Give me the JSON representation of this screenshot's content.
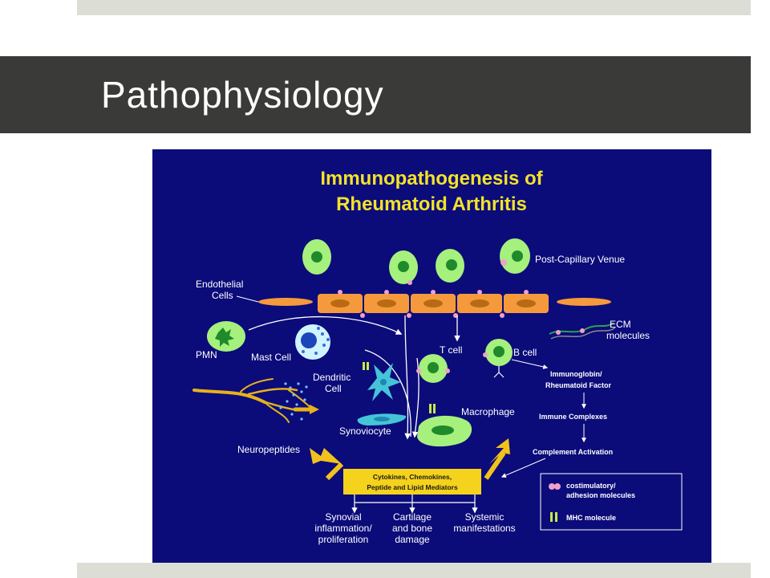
{
  "slide": {
    "title": "Pathophysiology"
  },
  "figure": {
    "title_line1": "Immunopathogenesis of",
    "title_line2": "Rheumatoid Arthritis",
    "labels": {
      "post_capillary_venue": "Post-Capillary Venue",
      "endothelial_1": "Endothelial",
      "endothelial_2": "Cells",
      "ecm_1": "ECM",
      "ecm_2": "molecules",
      "pmn": "PMN",
      "mast_cell": "Mast Cell",
      "t_cell": "T cell",
      "b_cell": "B cell",
      "dendritic_1": "Dendritic",
      "dendritic_2": "Cell",
      "immunoglobin_1": "Immunoglobin/",
      "immunoglobin_2": "Rheumatoid Factor",
      "macrophage": "Macrophage",
      "synoviocyte": "Synoviocyte",
      "immune_complexes": "Immune Complexes",
      "neuropeptides": "Neuropeptides",
      "complement_activation": "Complement Activation",
      "mediators_1": "Cytokines, Chemokines,",
      "mediators_2": "Peptide and Lipid Mediators",
      "costim_1": "costimulatory/",
      "costim_2": "adhesion molecules",
      "mhc": "MHC molecule",
      "outcome1_1": "Synovial",
      "outcome1_2": "inflammation/",
      "outcome1_3": "proliferation",
      "outcome2_1": "Cartilage",
      "outcome2_2": "and bone",
      "outcome2_3": "damage",
      "outcome3_1": "Systemic",
      "outcome3_2": "manifestations"
    },
    "colors": {
      "background": "#0b0b7a",
      "title": "#f2e22a",
      "cell_body": "#a6f07e",
      "nucleus": "#1e8a2a",
      "endothelial": "#f59a3c",
      "mediator_box": "#f5d21c",
      "arrow_yellow": "#f2c21c",
      "costim": "#f0a0c8",
      "dendritic": "#45c4d8"
    }
  }
}
